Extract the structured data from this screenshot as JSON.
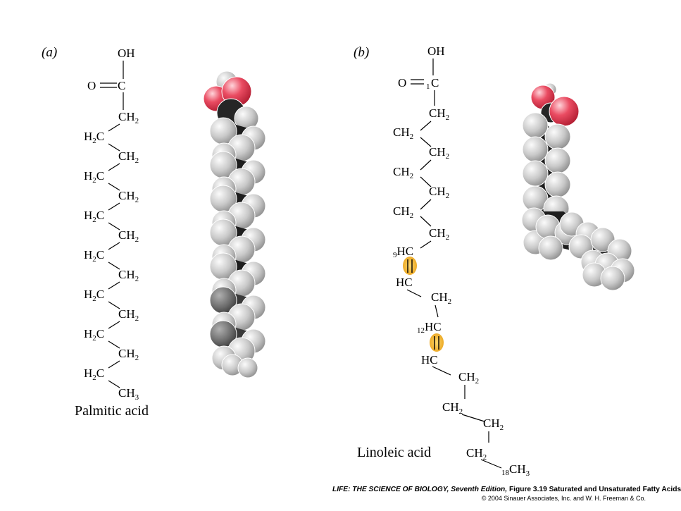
{
  "panel_a": {
    "label": "(a)",
    "name": "Palmitic acid",
    "chain": {
      "oh": "OH",
      "o": "O",
      "c1": "C",
      "groups": [
        {
          "main": "CH",
          "sub": "2",
          "side": "right"
        },
        {
          "main": "H",
          "sub": "2",
          "tail": "C",
          "side": "left"
        },
        {
          "main": "CH",
          "sub": "2",
          "side": "right"
        },
        {
          "main": "H",
          "sub": "2",
          "tail": "C",
          "side": "left"
        },
        {
          "main": "CH",
          "sub": "2",
          "side": "right"
        },
        {
          "main": "H",
          "sub": "2",
          "tail": "C",
          "side": "left"
        },
        {
          "main": "CH",
          "sub": "2",
          "side": "right"
        },
        {
          "main": "H",
          "sub": "2",
          "tail": "C",
          "side": "left"
        },
        {
          "main": "CH",
          "sub": "2",
          "side": "right"
        },
        {
          "main": "H",
          "sub": "2",
          "tail": "C",
          "side": "left"
        },
        {
          "main": "CH",
          "sub": "2",
          "side": "right"
        },
        {
          "main": "H",
          "sub": "2",
          "tail": "C",
          "side": "left"
        },
        {
          "main": "CH",
          "sub": "2",
          "side": "right"
        },
        {
          "main": "H",
          "sub": "2",
          "tail": "C",
          "side": "left"
        },
        {
          "main": "CH",
          "sub": "3",
          "side": "right"
        }
      ]
    }
  },
  "panel_b": {
    "label": "(b)",
    "name": "Linoleic acid",
    "chain": {
      "oh": "OH",
      "o": "O",
      "c1_num": "1",
      "c1": "C",
      "groups": [
        {
          "main": "CH",
          "sub": "2"
        },
        {
          "main": "CH",
          "sub": "2"
        },
        {
          "main": "CH",
          "sub": "2"
        },
        {
          "main": "CH",
          "sub": "2"
        },
        {
          "main": "CH",
          "sub": "2"
        },
        {
          "main": "CH",
          "sub": "2"
        },
        {
          "main": "CH",
          "sub": "2"
        },
        {
          "pre": "9",
          "main": "HC"
        },
        {
          "main": "HC"
        },
        {
          "main": "CH",
          "sub": "2"
        },
        {
          "pre": "12",
          "main": "HC"
        },
        {
          "main": "HC"
        },
        {
          "main": "CH",
          "sub": "2"
        },
        {
          "main": "CH",
          "sub": "2"
        },
        {
          "main": "CH",
          "sub": "2"
        },
        {
          "main": "CH",
          "sub": "2"
        },
        {
          "pre": "18",
          "main": "CH",
          "sub": "3"
        }
      ]
    }
  },
  "footer": {
    "book_title": "LIFE: THE SCIENCE OF BIOLOGY, Seventh Edition,",
    "figure": "Figure 3.19 Saturated and Unsaturated Fatty Acids",
    "copyright": "© 2004 Sinauer Associates, Inc. and W. H. Freeman & Co."
  },
  "colors": {
    "oxygen": "#e0344a",
    "hydrogen": "#c6c6c6",
    "carbon": "#1e1e1e",
    "double_bond_highlight": "#f2b632"
  }
}
